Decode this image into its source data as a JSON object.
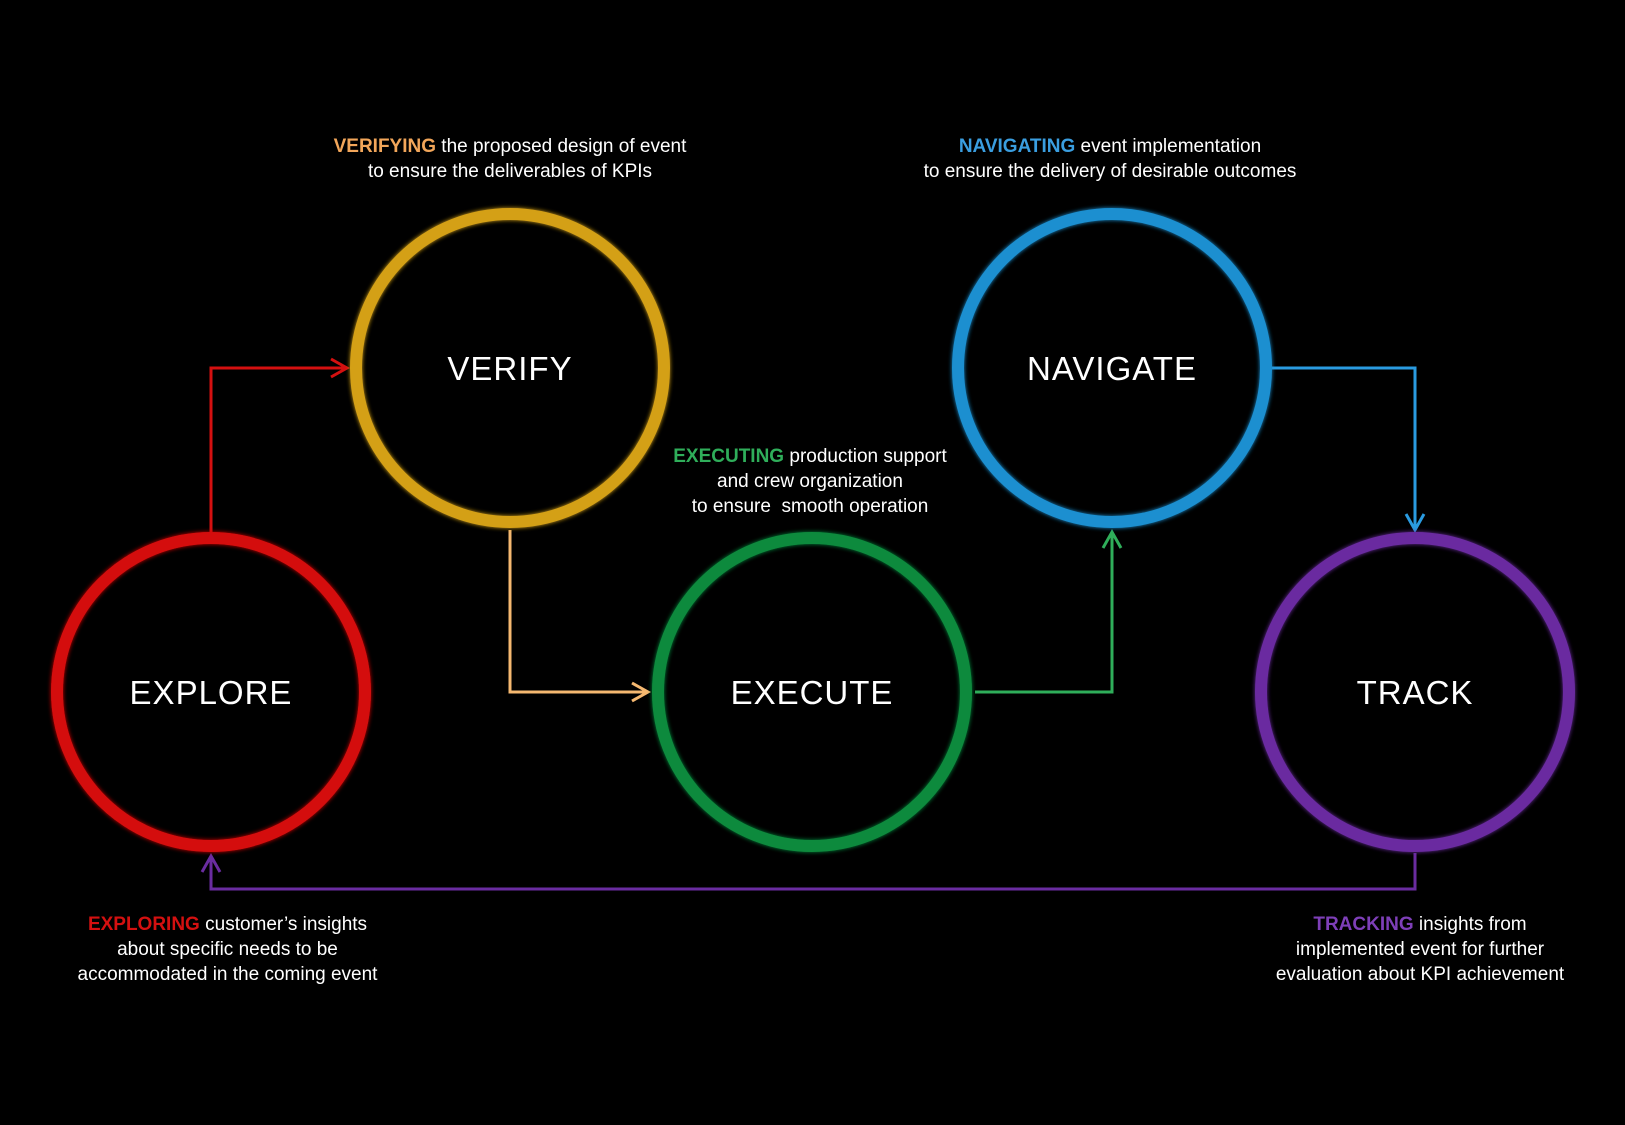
{
  "colors": {
    "background": "#000000",
    "explore": "#d41010",
    "verify": "#d4a017",
    "verify_keyword": "#f2a65a",
    "verify_arrow": "#f5b870",
    "execute": "#0f8a3c",
    "execute_keyword": "#2fae5a",
    "navigate": "#1a8fd0",
    "navigate_keyword": "#3a9ee0",
    "track": "#6a2ca0",
    "track_keyword": "#7e3fb8"
  },
  "nodes": {
    "explore": {
      "label": "EXPLORE"
    },
    "verify": {
      "label": "VERIFY"
    },
    "execute": {
      "label": "EXECUTE"
    },
    "navigate": {
      "label": "NAVIGATE"
    },
    "track": {
      "label": "TRACK"
    }
  },
  "descriptions": {
    "verify": {
      "keyword": "VERIFYING",
      "line1_rest": " the proposed design of event",
      "line2": "to ensure the deliverables of KPIs"
    },
    "navigate": {
      "keyword": "NAVIGATING",
      "line1_rest": " event implementation",
      "line2": "to ensure the delivery of desirable outcomes"
    },
    "execute": {
      "keyword": "EXECUTING",
      "line1_rest": " production support",
      "line2": "and crew organization",
      "line3": "to ensure  smooth operation"
    },
    "explore": {
      "keyword": "EXPLORING",
      "line1_rest": " customer’s insights",
      "line2": "about specific needs to be",
      "line3": "accommodated in the coming event"
    },
    "track": {
      "keyword": "TRACKING",
      "line1_rest": " insights from",
      "line2": "implemented event for further",
      "line3": "evaluation about KPI achievement"
    }
  }
}
